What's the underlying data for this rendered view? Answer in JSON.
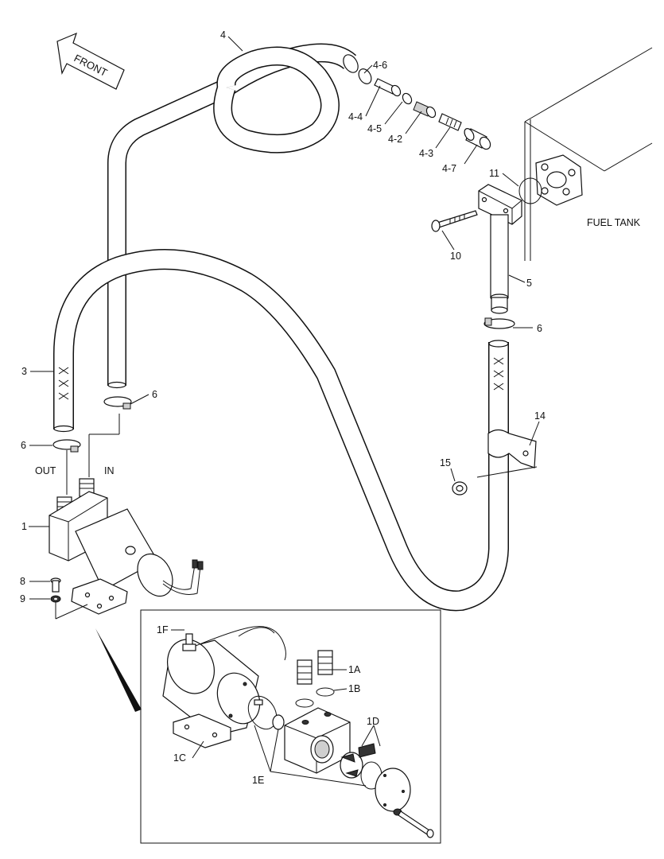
{
  "direction_label": "FRONT",
  "tank_label": "FUEL TANK",
  "port_labels": {
    "out": "OUT",
    "in": "IN"
  },
  "callouts": {
    "c1": "1",
    "c3": "3",
    "c4": "4",
    "c4_2": "4-2",
    "c4_3": "4-3",
    "c4_4": "4-4",
    "c4_5": "4-5",
    "c4_6": "4-6",
    "c4_7": "4-7",
    "c5": "5",
    "c6a": "6",
    "c6b": "6",
    "c6c": "6",
    "c8": "8",
    "c9": "9",
    "c10": "10",
    "c11": "11",
    "c14": "14",
    "c15": "15",
    "c1a": "1A",
    "c1b": "1B",
    "c1c": "1C",
    "c1d": "1D",
    "c1e": "1E",
    "c1f": "1F"
  }
}
